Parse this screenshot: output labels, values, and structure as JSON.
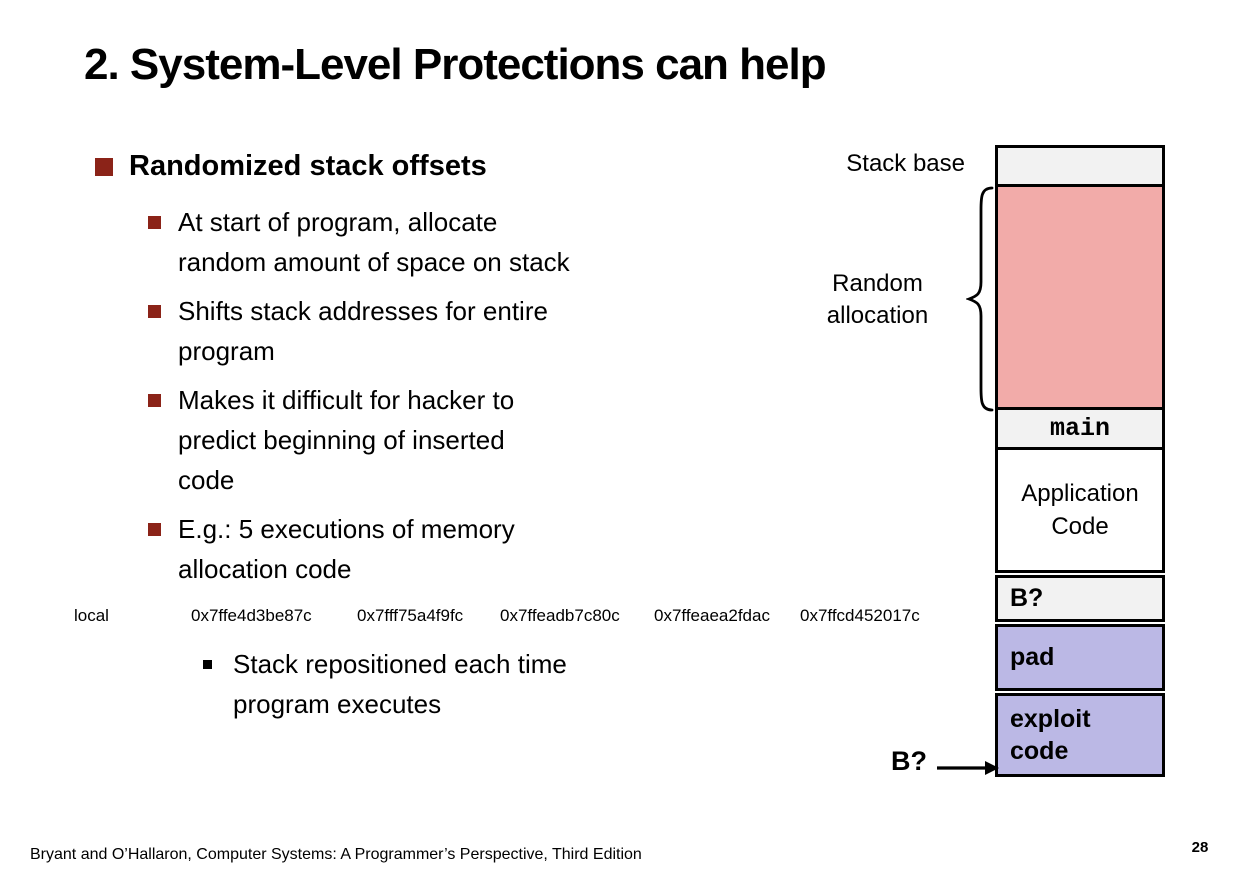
{
  "slide": {
    "title": "2. System-Level Protections can help",
    "footer": "Bryant and O’Hallaron, Computer Systems: A Programmer’s Perspective, Third Edition",
    "page_number": "28"
  },
  "content": {
    "heading": "Randomized stack offsets",
    "bullets": [
      {
        "lines": [
          "At start of program, allocate",
          "random amount of space on stack"
        ]
      },
      {
        "lines": [
          "Shifts stack addresses for entire",
          "program"
        ]
      },
      {
        "lines": [
          "Makes it difficult for hacker to",
          "predict beginning of inserted",
          "code"
        ]
      },
      {
        "lines": [
          "E.g.: 5 executions of memory",
          "allocation code"
        ]
      }
    ],
    "address_row": {
      "label": "local",
      "addresses": [
        "0x7ffe4d3be87c",
        "0x7fff75a4f9fc",
        "0x7ffeadb7c80c",
        "0x7ffeaea2fdac",
        "0x7ffcd452017c"
      ]
    },
    "sub_note": {
      "lines": [
        "Stack repositioned each time",
        "program executes"
      ]
    }
  },
  "diagram": {
    "stack_base_label": "Stack base",
    "random_alloc_label": {
      "lines": [
        "Random",
        "allocation"
      ]
    },
    "segments": {
      "main": "main",
      "application_code": "Application Code",
      "b_question": "B?",
      "pad": "pad",
      "exploit": {
        "lines": [
          "exploit",
          "code"
        ]
      }
    },
    "pointer_label": "B?"
  },
  "colors": {
    "bullet_maroon": "#8B2318",
    "pink_fill": "#F2ABA9",
    "purple_fill": "#BBB8E5",
    "gray_fill": "#F2F2F2",
    "border": "#000000",
    "text": "#000000",
    "background": "#FFFFFF"
  }
}
